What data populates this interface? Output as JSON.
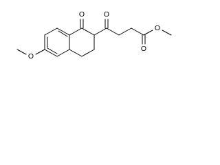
{
  "molecule": {
    "atoms": {
      "ketone_ring_oxygen": "O",
      "ketone_chain_oxygen": "O",
      "ester_single_oxygen": "O",
      "ester_carbonyl_oxygen": "O",
      "methoxy_oxygen": "O"
    }
  }
}
